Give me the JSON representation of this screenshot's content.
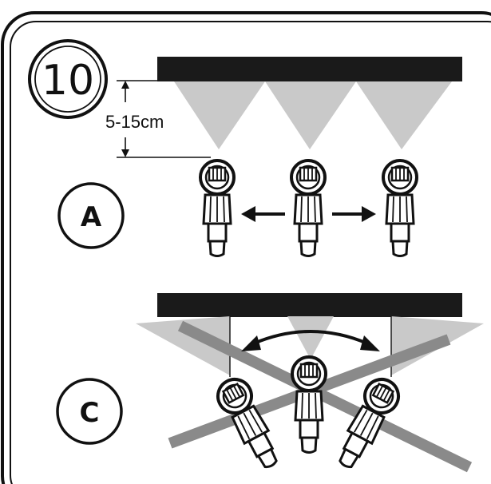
{
  "figure": {
    "step_number": "10",
    "distance_label": "5-15cm",
    "panels": [
      {
        "label": "A",
        "status": "correct"
      },
      {
        "label": "C",
        "status": "incorrect"
      }
    ]
  },
  "colors": {
    "ink": "#111111",
    "rail": "#1a1a1a",
    "spray_fill": "#c9c9c9",
    "cross_strike": "#8a8a8a",
    "background": "#ffffff"
  },
  "icons": {
    "nozzle": "spray-nozzle-icon",
    "arrow": "arrow-icon",
    "cross": "cross-mark-icon"
  }
}
